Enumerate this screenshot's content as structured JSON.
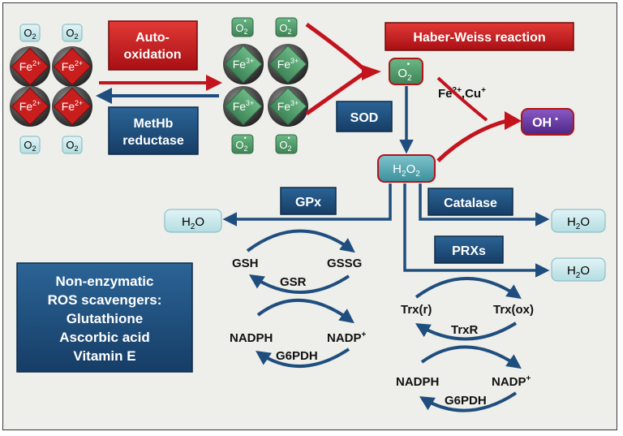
{
  "colors": {
    "red_arrow": "#c3141e",
    "blue_arrow": "#1f4e7e",
    "red_box": "#c81e1e",
    "blue_box": "#1f4f82",
    "teal_box": "#c7e6ea",
    "green_node": "#4f9a69",
    "oh_box": "#6a3aa6"
  },
  "heme_left": {
    "iron_label": "Fe",
    "iron_charge": "2+",
    "o2_text": "O",
    "o2_sub": "2"
  },
  "heme_right": {
    "iron_label": "Fe",
    "iron_charge": "3+",
    "superoxide_text": "O",
    "superoxide_sub": "2",
    "superoxide_sup": "•"
  },
  "boxes": {
    "autoxidation": [
      "Auto-",
      "oxidation"
    ],
    "methb_reductase": [
      "MetHb",
      "reductase"
    ],
    "haber_weiss": "Haber-Weiss reaction",
    "sod": "SOD",
    "gpx": "GPx",
    "catalase": "Catalase",
    "prxs": "PRXs",
    "non_enzymatic": [
      "Non-enzymatic",
      "ROS scavengers:",
      "Glutathione",
      "Ascorbic acid",
      "Vitamin E"
    ]
  },
  "species": {
    "superoxide": {
      "base": "O",
      "sub": "2",
      "sup": "•"
    },
    "h2o2": {
      "a": "H",
      "sub1": "2",
      "b": "O",
      "sub2": "2"
    },
    "hydroxyl": {
      "base": "OH",
      "dot": "•"
    },
    "water": {
      "a": "H",
      "sub": "2",
      "b": "O"
    },
    "metals": {
      "fe": "Fe",
      "fe_sup": "2+",
      "sep": ",",
      "cu": "Cu",
      "cu_sup": "+"
    }
  },
  "cycle_labels": {
    "gsh": "GSH",
    "gssg": "GSSG",
    "gsr": "GSR",
    "nadph": "NADPH",
    "nadp": "NADP",
    "nadp_sup": "+",
    "g6pdh": "G6PDH",
    "trx_r": "Trx(r)",
    "trx_ox": "Trx(ox)",
    "trxr": "TrxR"
  }
}
